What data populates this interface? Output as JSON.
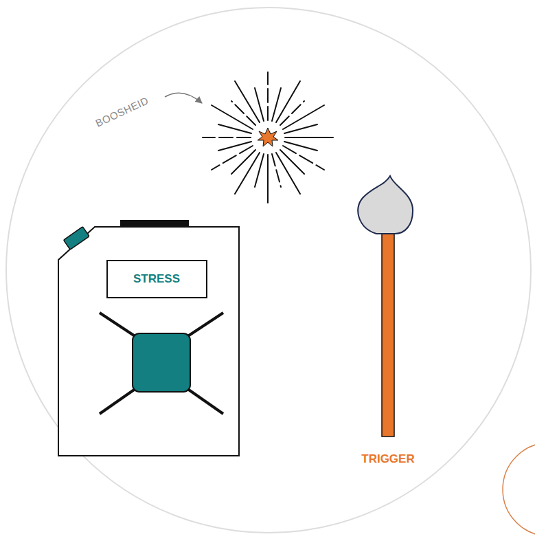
{
  "diagram": {
    "nodes": [
      {
        "text": [
          "STRESS"
        ]
      }
    ],
    "labels": [
      "BOOSHEID",
      "TRIGGER"
    ]
  }
}
